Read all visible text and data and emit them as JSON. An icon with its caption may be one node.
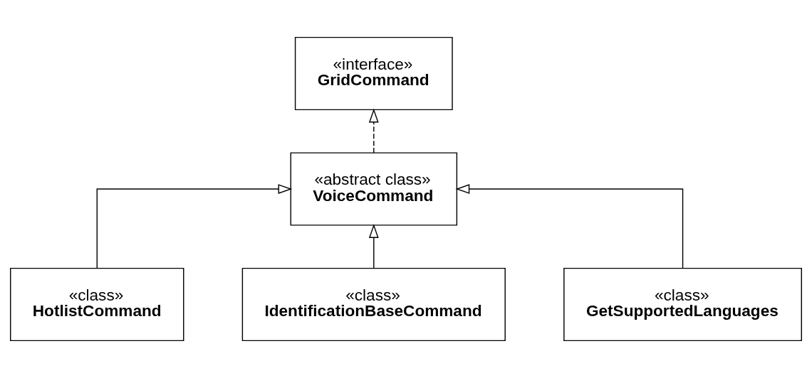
{
  "diagram": {
    "nodes": [
      {
        "text": [
          "«interface»",
          "GridCommand"
        ]
      },
      {
        "text": [
          "«abstract class»",
          "VoiceCommand"
        ]
      },
      {
        "text": [
          "«class»",
          "HotlistCommand"
        ]
      },
      {
        "text": [
          "«class»",
          "IdentificationBaseCommand"
        ]
      },
      {
        "text": [
          "«class»",
          "GetSupportedLanguages"
        ]
      }
    ],
    "edges": [
      {
        "from": 1,
        "to": 0,
        "arrow": "to",
        "style": "dashed"
      },
      {
        "from": 2,
        "to": 1,
        "arrow": "to"
      },
      {
        "from": 3,
        "to": 1,
        "arrow": "to"
      },
      {
        "from": 4,
        "to": 1,
        "arrow": "to"
      }
    ]
  }
}
